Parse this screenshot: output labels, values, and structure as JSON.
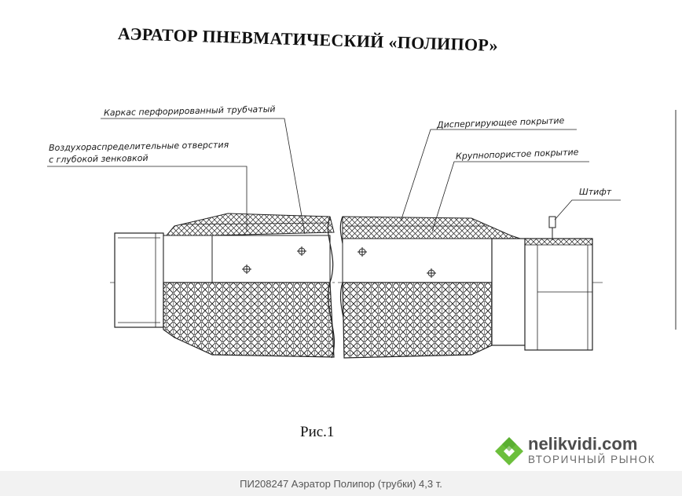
{
  "title": "АЭРАТОР ПНЕВМАТИЧЕСКИЙ «ПОЛИПОР»",
  "labels": {
    "frame": "Каркас перфорированный трубчатый",
    "holes_line1": "Воздухораспределительные отверстия",
    "holes_line2": "с глубокой зенковкой",
    "dispersing": "Диспергирующее покрытие",
    "coarse": "Крупнопористое покрытие",
    "pin": "Штифт"
  },
  "figure_label": "Рис.1",
  "watermark": {
    "brand": "nelikvidi.com",
    "subtitle": "ВТОРИЧНЫЙ РЫНОК",
    "logo_color": "#6cbf3c"
  },
  "caption": "ПИ208247 Аэратор Полипор (трубки) 4,3 т."
}
